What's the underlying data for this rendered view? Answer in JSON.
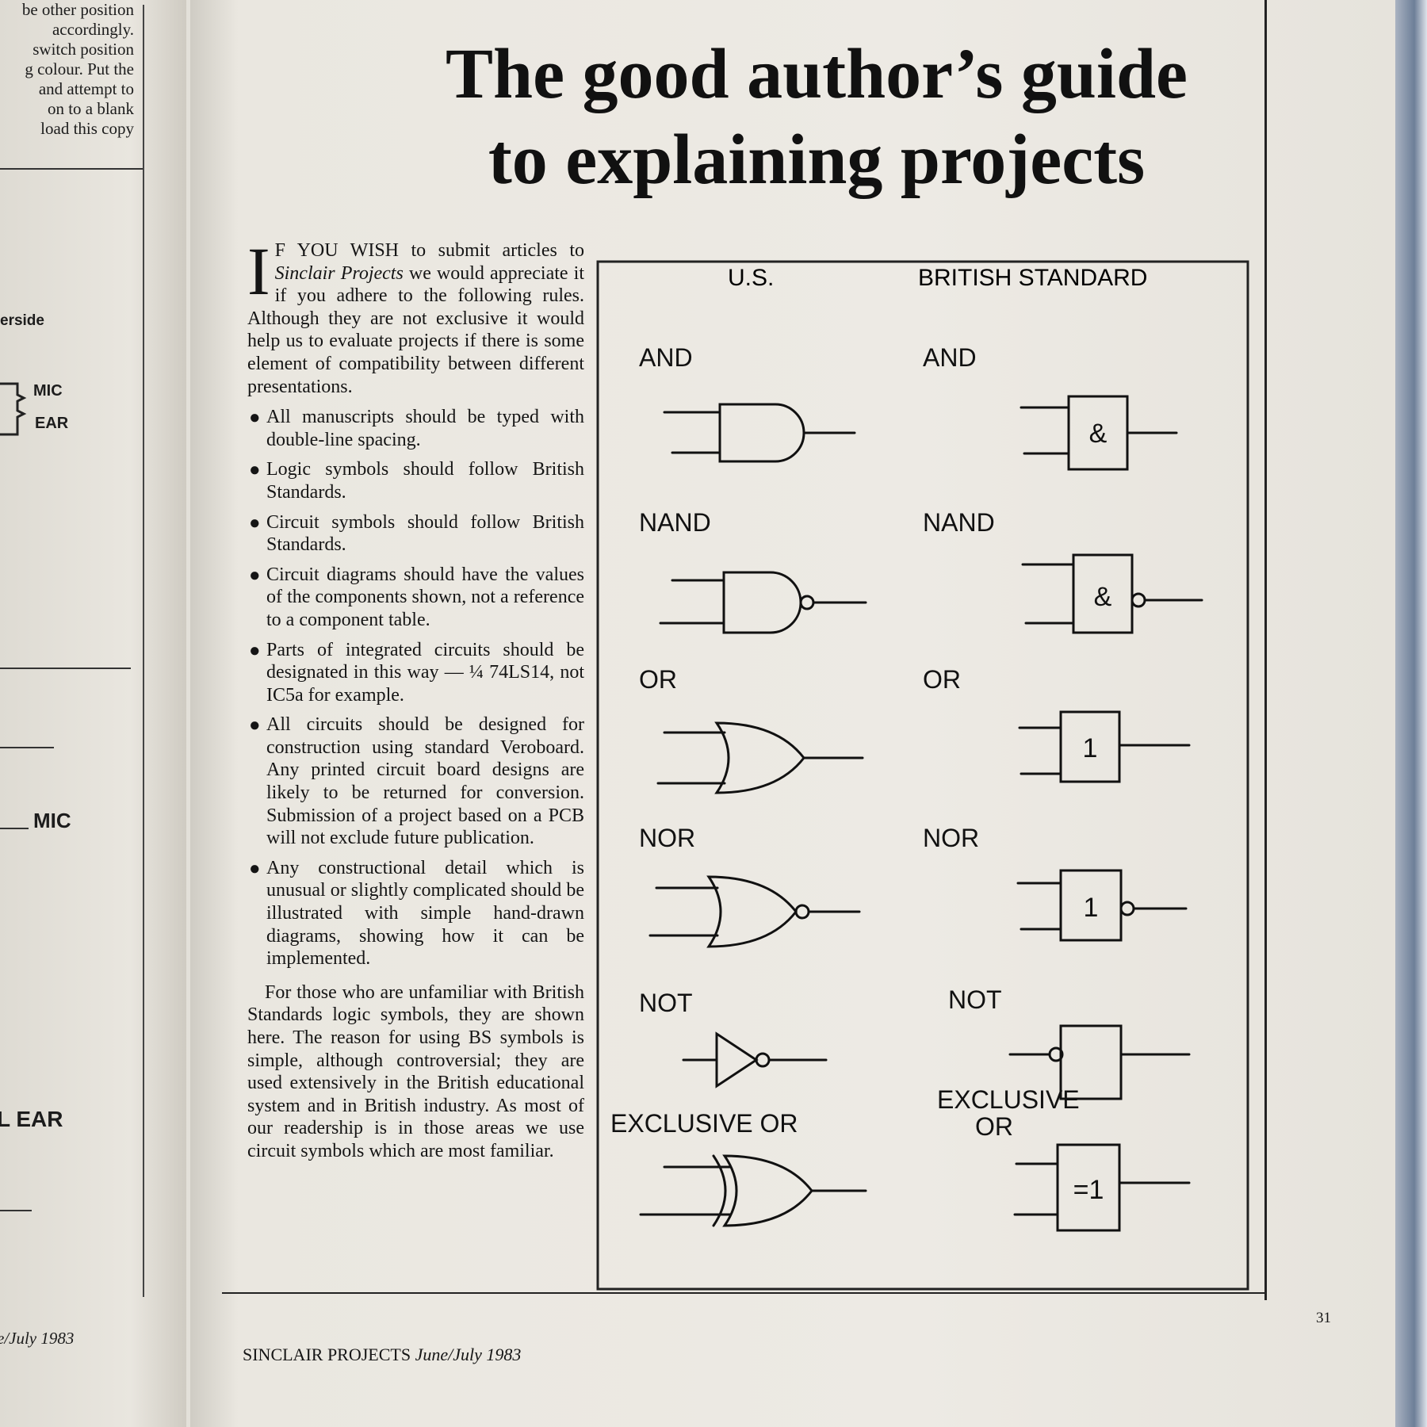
{
  "left_page": {
    "paragraph_lines": [
      "be other position",
      "accordingly.",
      "switch position",
      "g colour. Put the",
      "and attempt to",
      "on to a blank",
      "load this copy"
    ],
    "labels": {
      "erside": "erside",
      "mic_1": "MIC",
      "ear_1": "EAR",
      "mic_2": "MIC",
      "ear_2": "L EAR"
    },
    "footer": "e/July 1983"
  },
  "article": {
    "title_line1": "The good author’s guide",
    "title_line2": "to explaining projects",
    "intro": {
      "drop_cap": "I",
      "lead_in": "F YOU WISH",
      "text_1": " to submit articles to ",
      "publication": "Sinclair Projects",
      "text_2": " we would appreciate it if you adhere to the following rules. Although they are not exclusive it would help us to evaluate projects if there is some element of compatibility between different presentations."
    },
    "rules": [
      "All manuscripts should be typed with double-line spacing.",
      "Logic symbols should follow British Standards.",
      "Circuit symbols should follow British Standards.",
      "Circuit diagrams should have the values of the components shown, not a reference to a component table.",
      "Parts of integrated circuits should be designated in this way — ¼ 74LS14, not IC5a for example.",
      "All circuits should be designed for construction using standard Veroboard. Any printed circuit board designs are likely to be returned for conversion. Submission of a project based on a PCB will not exclude future publication.",
      "Any constructional detail which is unusual or slightly complicated should be illustrated with simple hand-drawn diagrams, showing how it can be implemented."
    ],
    "bullet": "●",
    "closing": "For those who are unfamiliar with British Standards logic symbols, they are shown here. The reason for using BS symbols is simple, although controversial; they are used extensively in the British educational system and in British industry. As most of our readership is in those areas we use circuit symbols which are most familiar."
  },
  "diagram": {
    "us_header": "U.S.",
    "bs_header": "BRITISH STANDARD",
    "gates": [
      {
        "us_label": "AND",
        "bs_label": "AND",
        "bs_symbol": "&"
      },
      {
        "us_label": "NAND",
        "bs_label": "NAND",
        "bs_symbol": "&"
      },
      {
        "us_label": "OR",
        "bs_label": "OR",
        "bs_symbol": "1"
      },
      {
        "us_label": "NOR",
        "bs_label": "NOR",
        "bs_symbol": "1"
      },
      {
        "us_label": "NOT",
        "bs_label": "NOT",
        "bs_symbol": ""
      },
      {
        "us_label": "EXCLUSIVE OR",
        "bs_label_line1": "EXCLUSIVE",
        "bs_label_line2": "OR",
        "bs_symbol": "=1"
      }
    ]
  },
  "footer": {
    "publication": "SINCLAIR PROJECTS",
    "date": "June/July 1983",
    "page_number": "31"
  }
}
